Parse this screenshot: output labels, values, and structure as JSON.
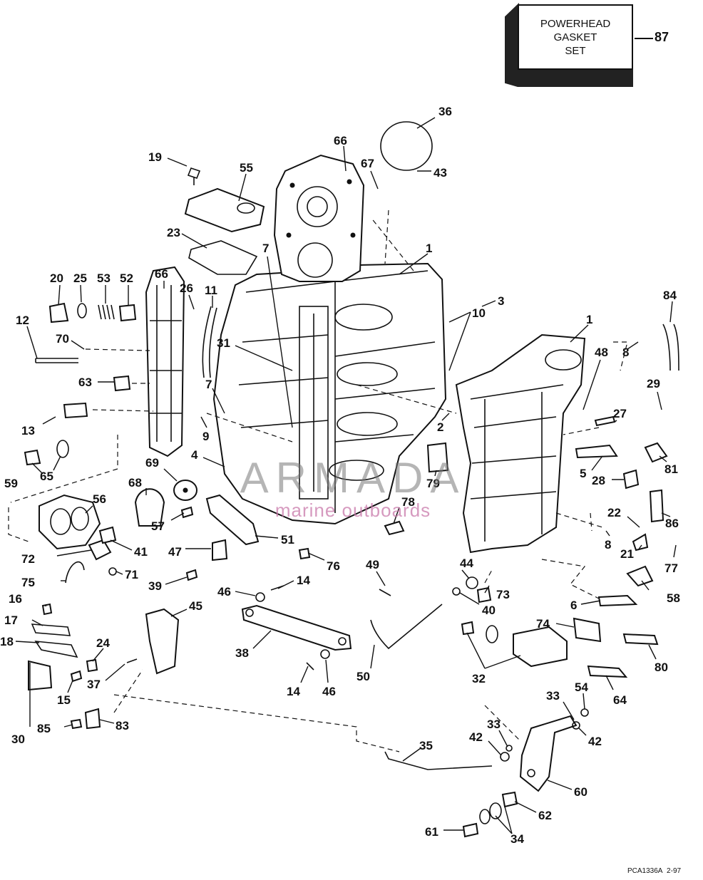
{
  "gasket_set": {
    "line1": "POWERHEAD",
    "line2": "GASKET",
    "line3": "SET",
    "number": "87"
  },
  "watermark": {
    "brand": "ARMADA",
    "sub": "marine outboards"
  },
  "footer": {
    "code": "PCA1336A",
    "date": "2-97"
  },
  "callouts": [
    {
      "id": "c1",
      "text": "36"
    },
    {
      "id": "c2",
      "text": "66"
    },
    {
      "id": "c3",
      "text": "67"
    },
    {
      "id": "c4",
      "text": "43"
    },
    {
      "id": "c5",
      "text": "19"
    },
    {
      "id": "c6",
      "text": "55"
    },
    {
      "id": "c7",
      "text": "23"
    },
    {
      "id": "c8",
      "text": "7"
    },
    {
      "id": "c9",
      "text": "1"
    },
    {
      "id": "c10",
      "text": "20"
    },
    {
      "id": "c11",
      "text": "25"
    },
    {
      "id": "c12",
      "text": "53"
    },
    {
      "id": "c13",
      "text": "52"
    },
    {
      "id": "c14",
      "text": "66"
    },
    {
      "id": "c15",
      "text": "26"
    },
    {
      "id": "c16",
      "text": "11"
    },
    {
      "id": "c17",
      "text": "3"
    },
    {
      "id": "c18",
      "text": "84"
    },
    {
      "id": "c19",
      "text": "12"
    },
    {
      "id": "c20",
      "text": "70"
    },
    {
      "id": "c21",
      "text": "31"
    },
    {
      "id": "c22",
      "text": "10"
    },
    {
      "id": "c23",
      "text": "1"
    },
    {
      "id": "c24",
      "text": "48"
    },
    {
      "id": "c25",
      "text": "8"
    },
    {
      "id": "c26",
      "text": "63"
    },
    {
      "id": "c27",
      "text": "7"
    },
    {
      "id": "c28",
      "text": "29"
    },
    {
      "id": "c29",
      "text": "13"
    },
    {
      "id": "c30",
      "text": "9"
    },
    {
      "id": "c31",
      "text": "2"
    },
    {
      "id": "c32",
      "text": "27"
    },
    {
      "id": "c33",
      "text": "59"
    },
    {
      "id": "c34",
      "text": "65"
    },
    {
      "id": "c35",
      "text": "4"
    },
    {
      "id": "c36",
      "text": "5"
    },
    {
      "id": "c37",
      "text": "81"
    },
    {
      "id": "c38",
      "text": "69"
    },
    {
      "id": "c39",
      "text": "68"
    },
    {
      "id": "c40",
      "text": "79"
    },
    {
      "id": "c41",
      "text": "28"
    },
    {
      "id": "c42",
      "text": "56"
    },
    {
      "id": "c43",
      "text": "78"
    },
    {
      "id": "c44",
      "text": "22"
    },
    {
      "id": "c45",
      "text": "86"
    },
    {
      "id": "c46",
      "text": "57"
    },
    {
      "id": "c47",
      "text": "47"
    },
    {
      "id": "c48",
      "text": "51"
    },
    {
      "id": "c49",
      "text": "72"
    },
    {
      "id": "c50",
      "text": "41"
    },
    {
      "id": "c51",
      "text": "21"
    },
    {
      "id": "c52",
      "text": "8"
    },
    {
      "id": "c53",
      "text": "77"
    },
    {
      "id": "c54",
      "text": "76"
    },
    {
      "id": "c55",
      "text": "75"
    },
    {
      "id": "c56",
      "text": "71"
    },
    {
      "id": "c57",
      "text": "39"
    },
    {
      "id": "c58",
      "text": "49"
    },
    {
      "id": "c59",
      "text": "44"
    },
    {
      "id": "c60",
      "text": "73"
    },
    {
      "id": "c61",
      "text": "58"
    },
    {
      "id": "c62",
      "text": "16"
    },
    {
      "id": "c63",
      "text": "46"
    },
    {
      "id": "c64",
      "text": "14"
    },
    {
      "id": "c65",
      "text": "40"
    },
    {
      "id": "c66",
      "text": "6"
    },
    {
      "id": "c67",
      "text": "45"
    },
    {
      "id": "c68",
      "text": "17"
    },
    {
      "id": "c69",
      "text": "74"
    },
    {
      "id": "c70",
      "text": "18"
    },
    {
      "id": "c71",
      "text": "24"
    },
    {
      "id": "c72",
      "text": "80"
    },
    {
      "id": "c73",
      "text": "38"
    },
    {
      "id": "c74",
      "text": "37"
    },
    {
      "id": "c75",
      "text": "50"
    },
    {
      "id": "c76",
      "text": "32"
    },
    {
      "id": "c77",
      "text": "64"
    },
    {
      "id": "c78",
      "text": "14"
    },
    {
      "id": "c79",
      "text": "46"
    },
    {
      "id": "c80",
      "text": "15"
    },
    {
      "id": "c81",
      "text": "54"
    },
    {
      "id": "c82",
      "text": "33"
    },
    {
      "id": "c83",
      "text": "30"
    },
    {
      "id": "c84",
      "text": "85"
    },
    {
      "id": "c85",
      "text": "83"
    },
    {
      "id": "c86",
      "text": "42"
    },
    {
      "id": "c87",
      "text": "33"
    },
    {
      "id": "c88",
      "text": "42"
    },
    {
      "id": "c89",
      "text": "35"
    },
    {
      "id": "c90",
      "text": "60"
    },
    {
      "id": "c91",
      "text": "62"
    },
    {
      "id": "c92",
      "text": "61"
    },
    {
      "id": "c93",
      "text": "34"
    }
  ]
}
